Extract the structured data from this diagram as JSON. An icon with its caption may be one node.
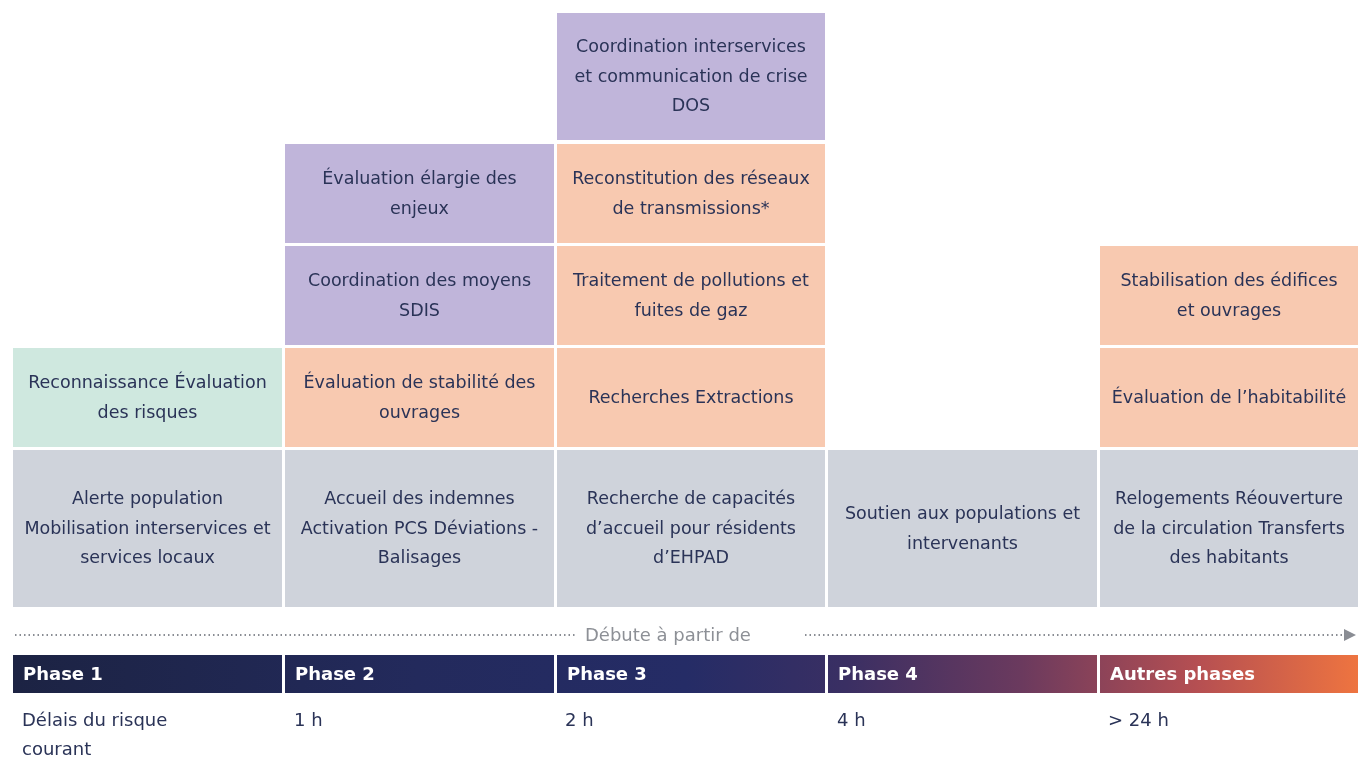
{
  "diagram": {
    "nodes": [
      {
        "text": [
          "Coordination interservices et communication de crise DOS"
        ]
      },
      {
        "text": [
          "Évaluation élargie des enjeux"
        ]
      },
      {
        "text": [
          "Reconstitution des réseaux de transmissions*"
        ]
      },
      {
        "text": [
          "Coordination des moyens SDIS"
        ]
      },
      {
        "text": [
          "Traitement de pollutions et fuites de gaz"
        ]
      },
      {
        "text": [
          "Stabilisation des édifices et ouvrages"
        ]
      },
      {
        "text": [
          "Reconnaissance Évaluation des risques"
        ]
      },
      {
        "text": [
          "Évaluation de stabilité des ouvrages"
        ]
      },
      {
        "text": [
          "Recherches Extractions"
        ]
      },
      {
        "text": [
          "Évaluation de l’habitabilité"
        ]
      },
      {
        "text": [
          "Alerte population Mobilisation interservices et services locaux"
        ]
      },
      {
        "text": [
          "Accueil des indemnes Activation PCS Déviations - Balisages"
        ]
      },
      {
        "text": [
          "Recherche de capacités d’accueil pour résidents d’EHPAD"
        ]
      },
      {
        "text": [
          "Soutien aux populations et intervenants"
        ]
      },
      {
        "text": [
          "Relogements Réouverture de la circulation Transferts des habitants"
        ]
      },
      {
        "text": [
          "Phase 1"
        ]
      },
      {
        "text": [
          "Phase 2"
        ]
      },
      {
        "text": [
          "Phase 3"
        ]
      },
      {
        "text": [
          "Phase 4"
        ]
      },
      {
        "text": [
          "Autres phases"
        ]
      }
    ],
    "edges": [],
    "labels": [
      "Débute à partir de",
      "Délais du risque courant",
      "1 h",
      "2 h",
      "4 h",
      "> 24 h"
    ]
  }
}
